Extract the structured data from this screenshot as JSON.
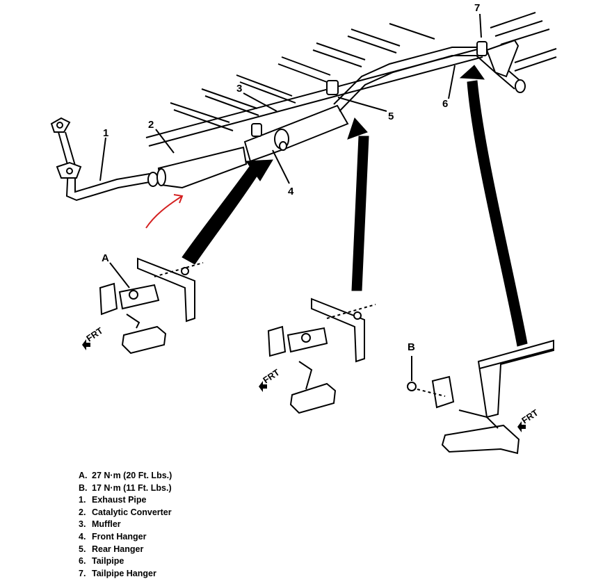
{
  "callouts": {
    "exhaust_pipe": "1",
    "catalytic_converter": "2",
    "muffler": "3",
    "front_hanger": "4",
    "rear_hanger": "5",
    "tailpipe": "6",
    "tailpipe_hanger": "7",
    "torque_a": "A",
    "torque_b": "B"
  },
  "front_markers": [
    "FRT",
    "FRT",
    "FRT"
  ],
  "legend": [
    {
      "key": "A.",
      "text": "27 N·m (20 Ft. Lbs.)"
    },
    {
      "key": "B.",
      "text": "17 N·m (11 Ft. Lbs.)"
    },
    {
      "key": "1.",
      "text": "Exhaust Pipe"
    },
    {
      "key": "2.",
      "text": "Catalytic Converter"
    },
    {
      "key": "3.",
      "text": "Muffler"
    },
    {
      "key": "4.",
      "text": "Front Hanger"
    },
    {
      "key": "5.",
      "text": "Rear Hanger"
    },
    {
      "key": "6.",
      "text": "Tailpipe"
    },
    {
      "key": "7.",
      "text": "Tailpipe Hanger"
    }
  ],
  "colors": {
    "line": "#000000",
    "annotation": "#d42020",
    "background": "#ffffff"
  }
}
